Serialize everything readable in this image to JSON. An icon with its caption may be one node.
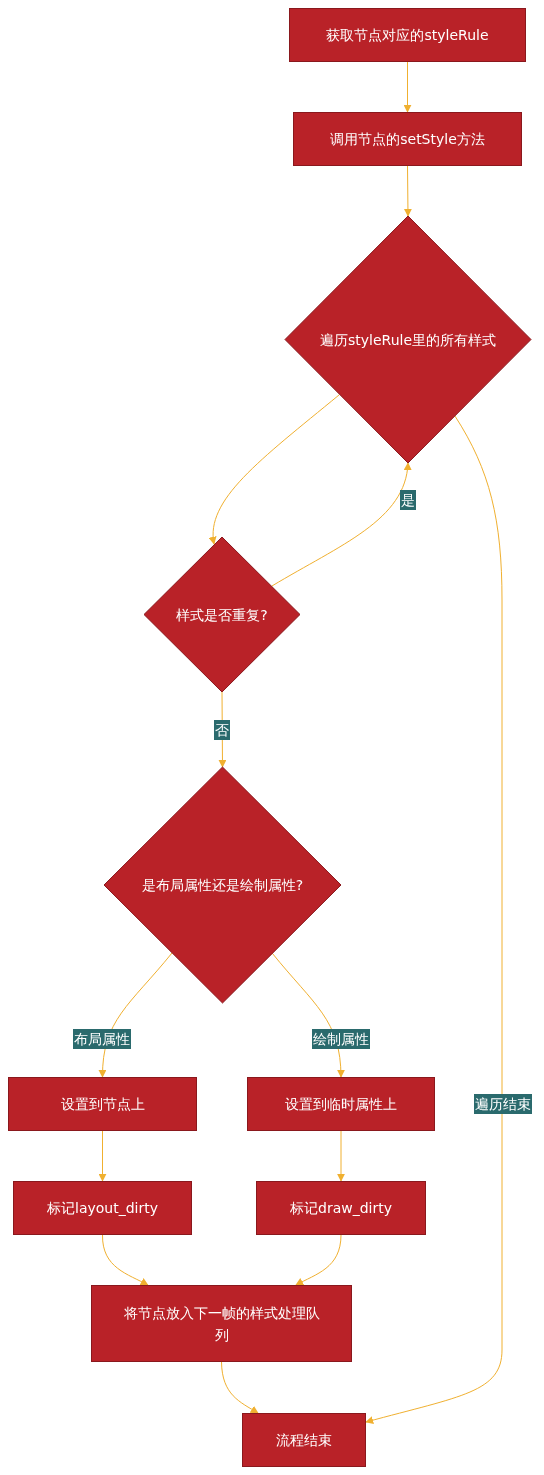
{
  "diagram": {
    "nodes": [
      {
        "text": [
          "获取节点对应的styleRule"
        ]
      },
      {
        "text": [
          "调用节点的setStyle方法"
        ]
      },
      {
        "text": [
          "遍历styleRule里的所有样式"
        ]
      },
      {
        "text": [
          "样式是否重复?"
        ]
      },
      {
        "text": [
          "是布局属性还是绘制属性?"
        ]
      },
      {
        "text": [
          "设置到节点上"
        ]
      },
      {
        "text": [
          "设置到临时属性上"
        ]
      },
      {
        "text": [
          "标记layout_dirty"
        ]
      },
      {
        "text": [
          "标记draw_dirty"
        ]
      },
      {
        "text": [
          "将节点放入下一帧的样式处理队列"
        ]
      },
      {
        "text": [
          "流程结束"
        ]
      }
    ],
    "edges": [
      {
        "from": 0,
        "to": 1,
        "arrow": "to"
      },
      {
        "from": 1,
        "to": 2,
        "arrow": "to"
      },
      {
        "from": 2,
        "to": 3,
        "arrow": "to"
      },
      {
        "from": 3,
        "to": 2,
        "arrow": "to",
        "label": "是"
      },
      {
        "from": 3,
        "to": 4,
        "arrow": "to",
        "label": "否"
      },
      {
        "from": 4,
        "to": 5,
        "arrow": "to",
        "label": "布局属性"
      },
      {
        "from": 4,
        "to": 6,
        "arrow": "to",
        "label": "绘制属性"
      },
      {
        "from": 5,
        "to": 7,
        "arrow": "to"
      },
      {
        "from": 6,
        "to": 8,
        "arrow": "to"
      },
      {
        "from": 7,
        "to": 9,
        "arrow": "to"
      },
      {
        "from": 8,
        "to": 9,
        "arrow": "to"
      },
      {
        "from": 9,
        "to": 10,
        "arrow": "to"
      },
      {
        "from": 2,
        "to": 10,
        "arrow": "to",
        "label": "遍历结束"
      }
    ]
  }
}
